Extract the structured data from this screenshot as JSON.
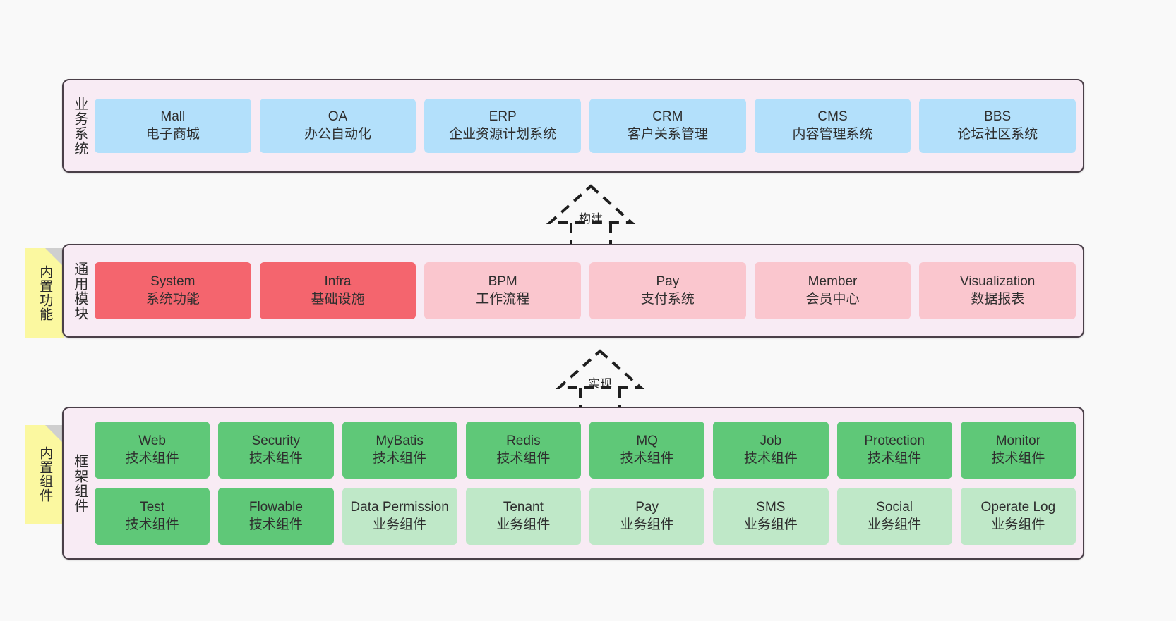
{
  "diagram": {
    "background_color": "#f9f9f9",
    "layer_bg_color": "#f8ebf4",
    "layer_border_color": "#4a3f48",
    "note_color": "#fbf8a0"
  },
  "layers": [
    {
      "id": "business-systems",
      "title": "业务系统",
      "cards": [
        {
          "name": "Mall",
          "desc": "电子商城",
          "color": "#b3e0fb",
          "style": "c-blue"
        },
        {
          "name": "OA",
          "desc": "办公自动化",
          "color": "#b3e0fb",
          "style": "c-blue"
        },
        {
          "name": "ERP",
          "desc": "企业资源计划系统",
          "color": "#b3e0fb",
          "style": "c-blue"
        },
        {
          "name": "CRM",
          "desc": "客户关系管理",
          "color": "#b3e0fb",
          "style": "c-blue"
        },
        {
          "name": "CMS",
          "desc": "内容管理系统",
          "color": "#b3e0fb",
          "style": "c-blue"
        },
        {
          "name": "BBS",
          "desc": "论坛社区系统",
          "color": "#b3e0fb",
          "style": "c-blue"
        }
      ]
    },
    {
      "id": "common-modules",
      "title": "通用模块",
      "note": "内置功能",
      "cards": [
        {
          "name": "System",
          "desc": "系统功能",
          "color": "#f4656e",
          "style": "c-red"
        },
        {
          "name": "Infra",
          "desc": "基础设施",
          "color": "#f4656e",
          "style": "c-red"
        },
        {
          "name": "BPM",
          "desc": "工作流程",
          "color": "#fac6ce",
          "style": "c-pink"
        },
        {
          "name": "Pay",
          "desc": "支付系统",
          "color": "#fac6ce",
          "style": "c-pink"
        },
        {
          "name": "Member",
          "desc": "会员中心",
          "color": "#fac6ce",
          "style": "c-pink"
        },
        {
          "name": "Visualization",
          "desc": "数据报表",
          "color": "#fac6ce",
          "style": "c-pink"
        }
      ]
    },
    {
      "id": "framework-components",
      "title": "框架组件",
      "note": "内置组件",
      "rows": [
        [
          {
            "name": "Web",
            "desc": "技术组件",
            "color": "#5fc878",
            "style": "c-green"
          },
          {
            "name": "Security",
            "desc": "技术组件",
            "color": "#5fc878",
            "style": "c-green"
          },
          {
            "name": "MyBatis",
            "desc": "技术组件",
            "color": "#5fc878",
            "style": "c-green"
          },
          {
            "name": "Redis",
            "desc": "技术组件",
            "color": "#5fc878",
            "style": "c-green"
          },
          {
            "name": "MQ",
            "desc": "技术组件",
            "color": "#5fc878",
            "style": "c-green"
          },
          {
            "name": "Job",
            "desc": "技术组件",
            "color": "#5fc878",
            "style": "c-green"
          },
          {
            "name": "Protection",
            "desc": "技术组件",
            "color": "#5fc878",
            "style": "c-green"
          },
          {
            "name": "Monitor",
            "desc": "技术组件",
            "color": "#5fc878",
            "style": "c-green"
          }
        ],
        [
          {
            "name": "Test",
            "desc": "技术组件",
            "color": "#5fc878",
            "style": "c-green"
          },
          {
            "name": "Flowable",
            "desc": "技术组件",
            "color": "#5fc878",
            "style": "c-green"
          },
          {
            "name": "Data Permission",
            "desc": "业务组件",
            "color": "#bfe8c8",
            "style": "c-green-light"
          },
          {
            "name": "Tenant",
            "desc": "业务组件",
            "color": "#bfe8c8",
            "style": "c-green-light"
          },
          {
            "name": "Pay",
            "desc": "业务组件",
            "color": "#bfe8c8",
            "style": "c-green-light"
          },
          {
            "name": "SMS",
            "desc": "业务组件",
            "color": "#bfe8c8",
            "style": "c-green-light"
          },
          {
            "name": "Social",
            "desc": "业务组件",
            "color": "#bfe8c8",
            "style": "c-green-light"
          },
          {
            "name": "Operate Log",
            "desc": "业务组件",
            "color": "#bfe8c8",
            "style": "c-green-light"
          }
        ]
      ]
    }
  ],
  "connectors": [
    {
      "id": "build",
      "label": "构建"
    },
    {
      "id": "implement",
      "label": "实现"
    }
  ]
}
